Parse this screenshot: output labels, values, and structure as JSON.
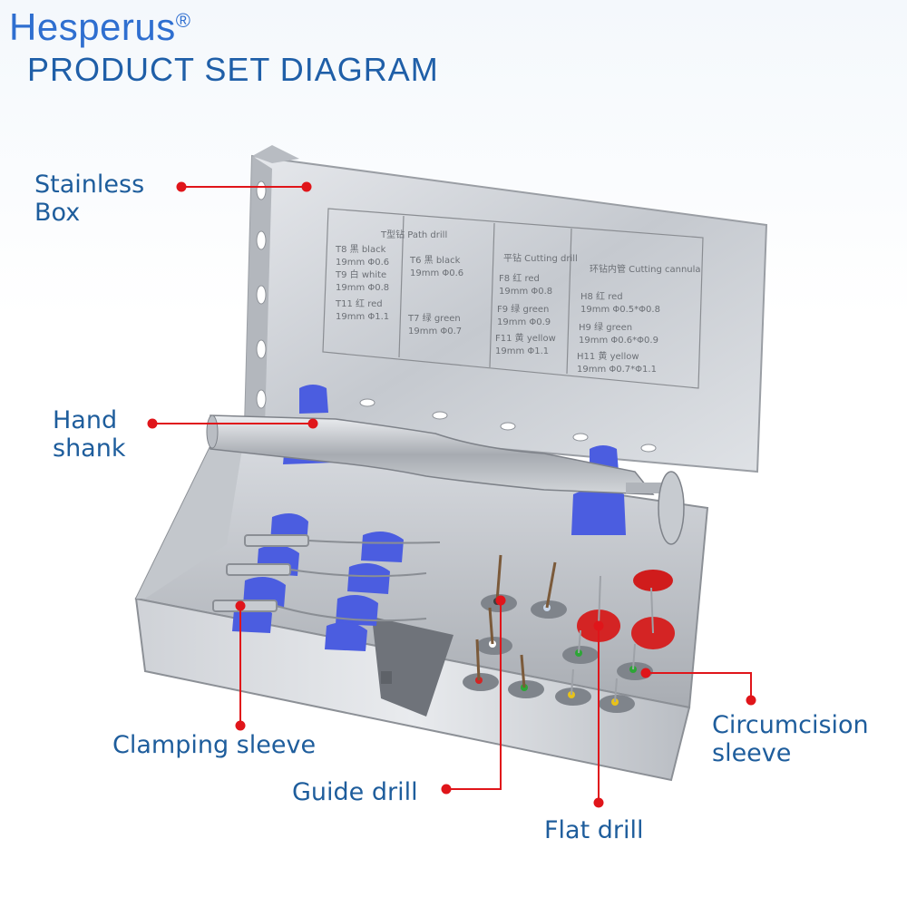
{
  "brand": {
    "name": "Hesperus",
    "mark": "®"
  },
  "title": "PRODUCT SET DIAGRAM",
  "labels": {
    "stainless_box": [
      "Stainless",
      "Box"
    ],
    "hand_shank": [
      "Hand",
      "shank"
    ],
    "clamping_sleeve": "Clamping sleeve",
    "guide_drill": "Guide drill",
    "flat_drill": "Flat drill",
    "circumcision_sleeve": [
      "Circumcision",
      "sleeve"
    ]
  },
  "lid_table": {
    "col1_head": "T型钻 Path drill",
    "col1": [
      "T8 黑 black",
      "19mm Φ0.6",
      "T9 白 white",
      "19mm Φ0.8",
      "T11 红 red",
      "19mm Φ1.1"
    ],
    "col1b": [
      "T6 黑 black",
      "19mm Φ0.6",
      "T7 绿 green",
      "19mm Φ0.7"
    ],
    "col2_head": "平钻 Cutting drill",
    "col2": [
      "F8 红 red",
      "19mm Φ0.8",
      "F9 绿 green",
      "19mm Φ0.9",
      "F11 黄 yellow",
      "19mm Φ1.1"
    ],
    "col3_head": "环钻内管 Cutting cannula",
    "col3": [
      "H8 红 red",
      "19mm Φ0.5*Φ0.8",
      "H9 绿 green",
      "19mm Φ0.6*Φ0.9",
      "H11 黄 yellow",
      "19mm Φ0.7*Φ1.1"
    ]
  },
  "colors": {
    "accent_red": "#e0151a",
    "label_blue": "#1e5d9c",
    "brand_blue": "#2f6fd0",
    "holder_blue": "#4b5de0",
    "steel": "#c9ccd1"
  }
}
